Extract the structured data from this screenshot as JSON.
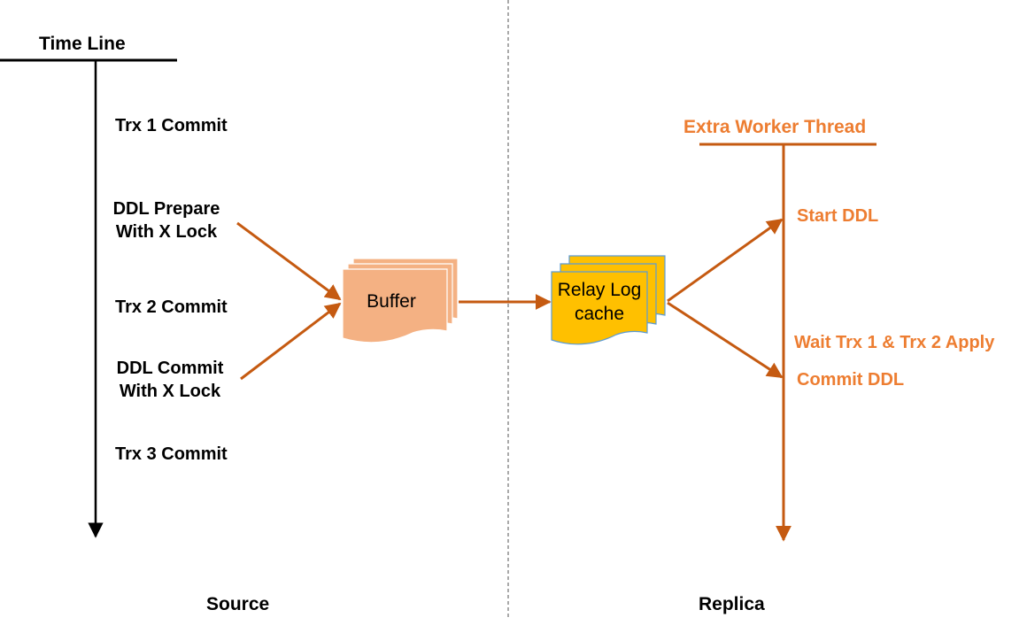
{
  "colors": {
    "accent": "#ED7D31",
    "arrow": "#C55A11",
    "buffer_fill": "#F4B183",
    "relay_fill": "#FFC000",
    "relay_border": "#5B9BD5",
    "text": "#000000",
    "divider": "#555555"
  },
  "timeline": {
    "title": "Time Line"
  },
  "source": {
    "label": "Source",
    "events": {
      "trx1": "Trx 1 Commit",
      "ddl_prepare": [
        "DDL Prepare",
        "With X Lock"
      ],
      "trx2": "Trx 2 Commit",
      "ddl_commit": [
        "DDL Commit",
        "With X Lock"
      ],
      "trx3": "Trx 3 Commit"
    }
  },
  "buffer": {
    "label": "Buffer"
  },
  "relay_log": {
    "label": [
      "Relay Log",
      "cache"
    ]
  },
  "replica": {
    "label": "Replica",
    "worker_title": "Extra Worker Thread",
    "events": {
      "start_ddl": "Start DDL",
      "wait": "Wait Trx 1 & Trx 2 Apply",
      "commit_ddl": "Commit DDL"
    }
  }
}
